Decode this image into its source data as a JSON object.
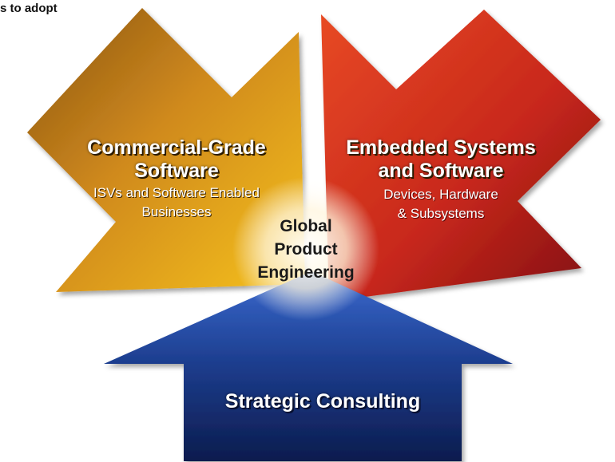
{
  "corner_text": "s to adopt",
  "left_arrow": {
    "title_line1": "Commercial-Grade",
    "title_line2": "Software",
    "sub_line1": "ISVs and Software Enabled",
    "sub_line2": "Businesses"
  },
  "right_arrow": {
    "title_line1": "Embedded  Systems",
    "title_line2": "and Software",
    "sub_line1": "Devices, Hardware",
    "sub_line2": "& Subsystems"
  },
  "bottom_arrow": {
    "title": "Strategic Consulting"
  },
  "center": {
    "line1": "Global",
    "line2": "Product",
    "line3": "Engineering"
  },
  "colors": {
    "gold": "#d89a1c",
    "red": "#c8281c",
    "blue": "#1c3c8c"
  }
}
